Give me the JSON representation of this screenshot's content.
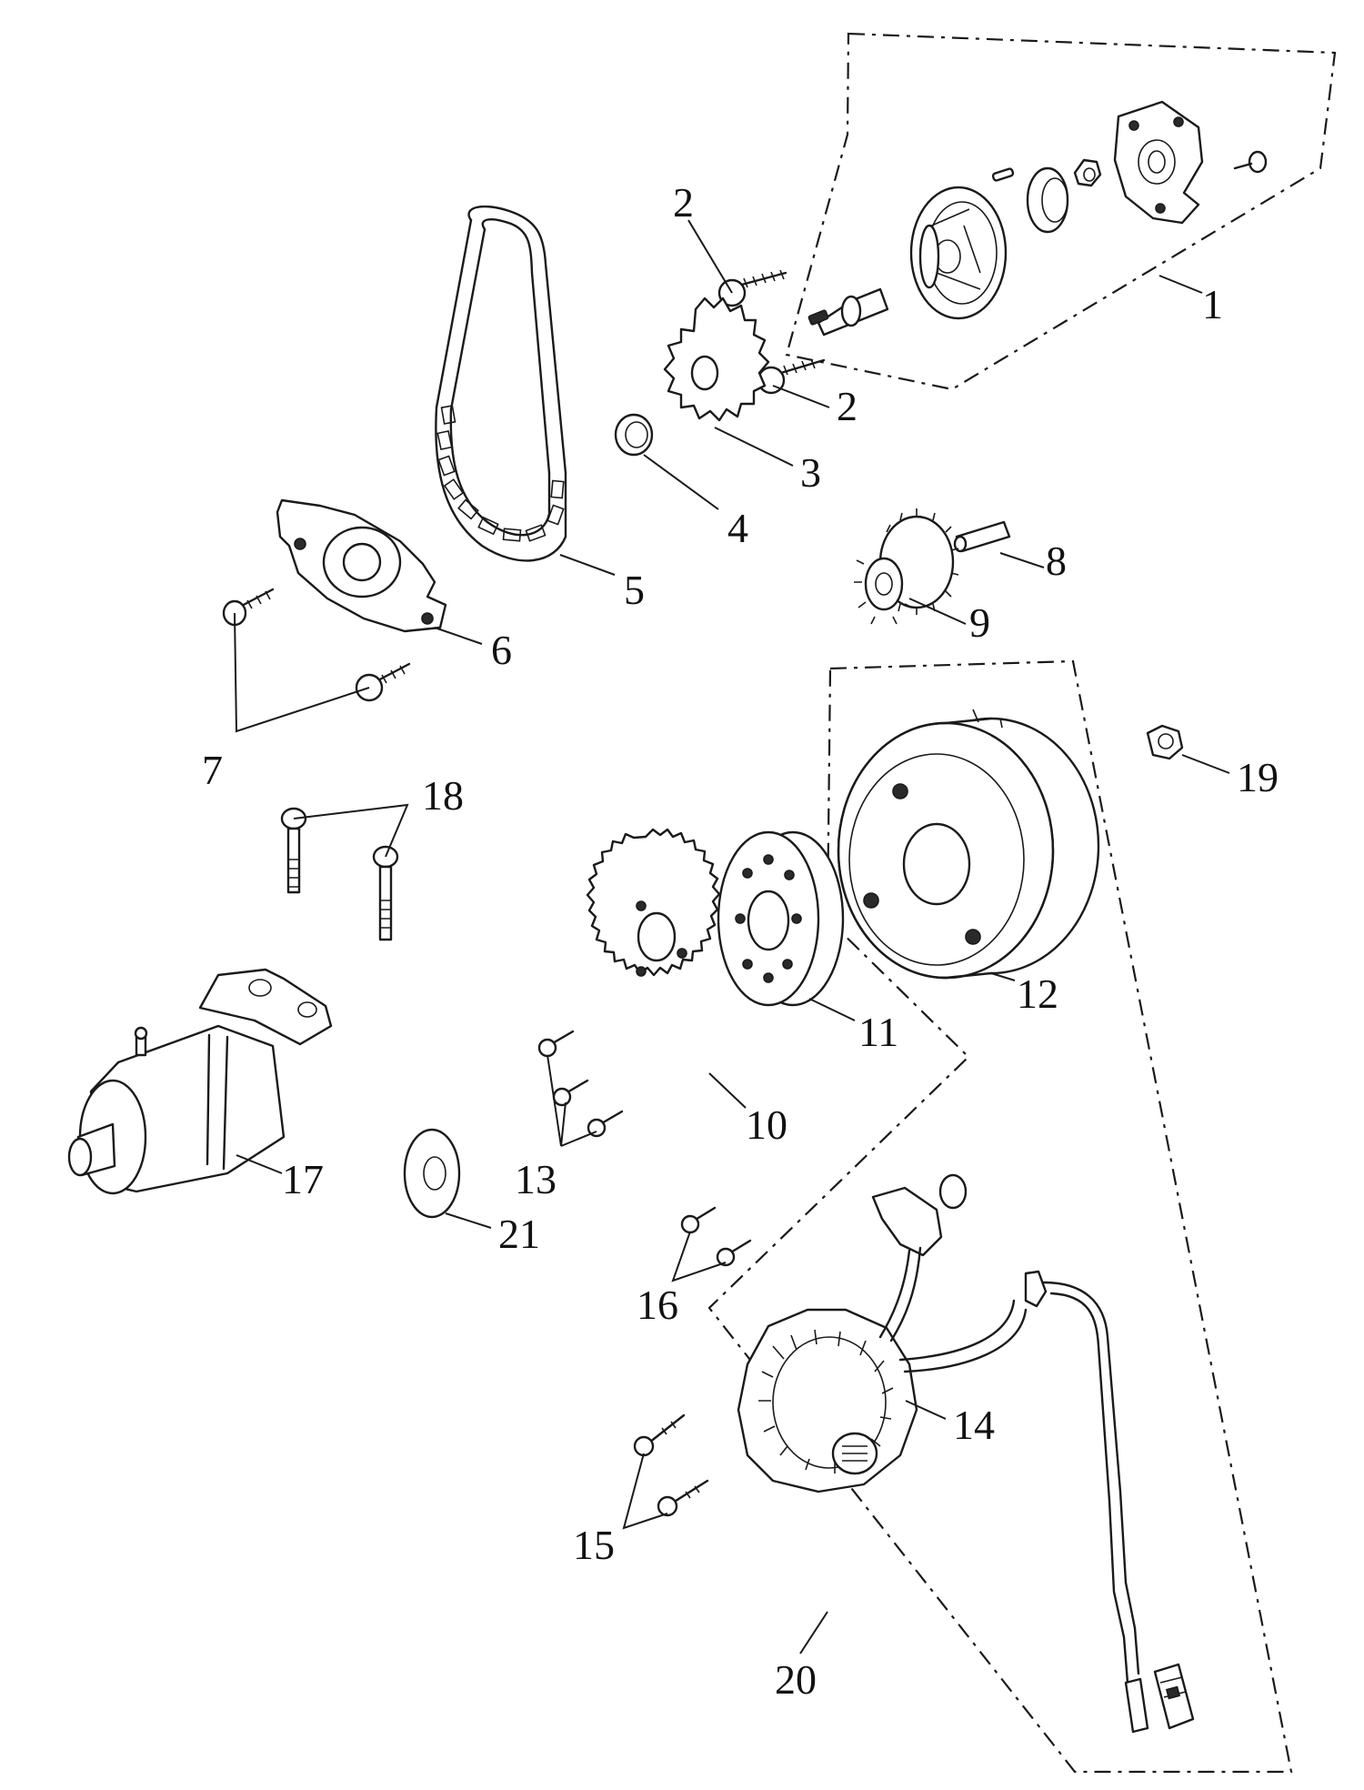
{
  "callouts": {
    "c1": "1",
    "c2a": "2",
    "c2b": "2",
    "c3": "3",
    "c4": "4",
    "c5": "5",
    "c6": "6",
    "c7": "7",
    "c8": "8",
    "c9": "9",
    "c10": "10",
    "c11": "11",
    "c12": "12",
    "c13": "13",
    "c14": "14",
    "c15": "15",
    "c16": "16",
    "c17": "17",
    "c18": "18",
    "c19": "19",
    "c20": "20",
    "c21": "21"
  }
}
